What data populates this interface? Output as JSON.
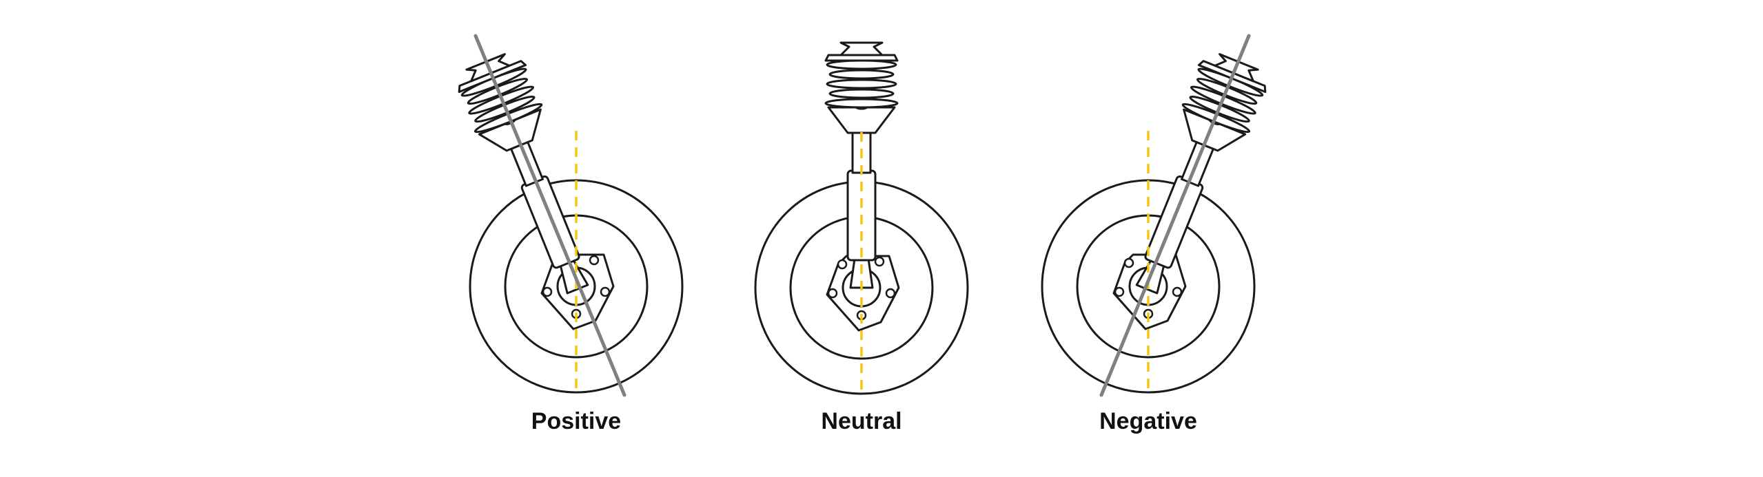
{
  "diagram": {
    "colors": {
      "outline": "#1a1a1a",
      "steering_axis": "#808080",
      "vertical_reference": "#f5c518",
      "background": "#ffffff"
    },
    "panels": [
      {
        "id": "positive",
        "label": "Positive",
        "tilt": "top-leans-outward"
      },
      {
        "id": "neutral",
        "label": "Neutral",
        "tilt": "vertical"
      },
      {
        "id": "negative",
        "label": "Negative",
        "tilt": "top-leans-inward"
      }
    ]
  }
}
